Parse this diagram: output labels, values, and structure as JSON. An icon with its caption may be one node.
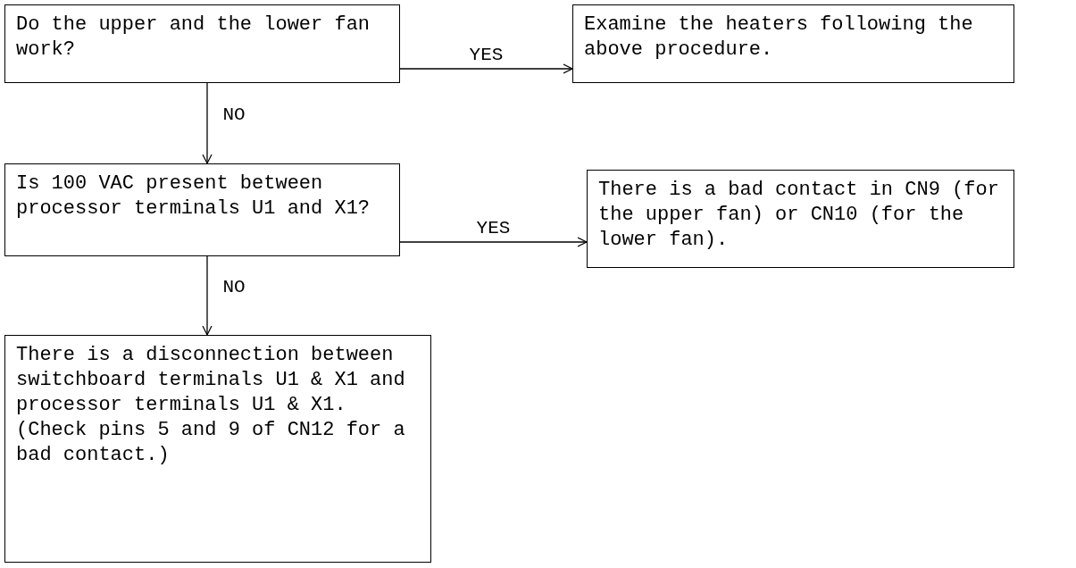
{
  "diagram": {
    "nodes": [
      {
        "text": [
          "Do the upper and the lower fan work?"
        ]
      },
      {
        "text": [
          "Examine the heaters following the above procedure."
        ]
      },
      {
        "text": [
          "Is 100 VAC present between processor terminals U1 and X1?"
        ]
      },
      {
        "text": [
          "There is a bad contact in CN9 (for the upper fan) or CN10 (for the lower fan)."
        ]
      },
      {
        "text": [
          "There is a disconnection between switchboard terminals U1 & X1 and processor terminals U1 & X1.",
          "(Check pins 5 and 9 of CN12 for a bad contact.)"
        ]
      }
    ],
    "edges": [
      {
        "from": 0,
        "to": 1,
        "arrow": "to",
        "label": "YES"
      },
      {
        "from": 0,
        "to": 2,
        "arrow": "to",
        "label": "NO"
      },
      {
        "from": 2,
        "to": 3,
        "arrow": "to",
        "label": "YES"
      },
      {
        "from": 2,
        "to": 4,
        "arrow": "to",
        "label": "NO"
      }
    ]
  }
}
